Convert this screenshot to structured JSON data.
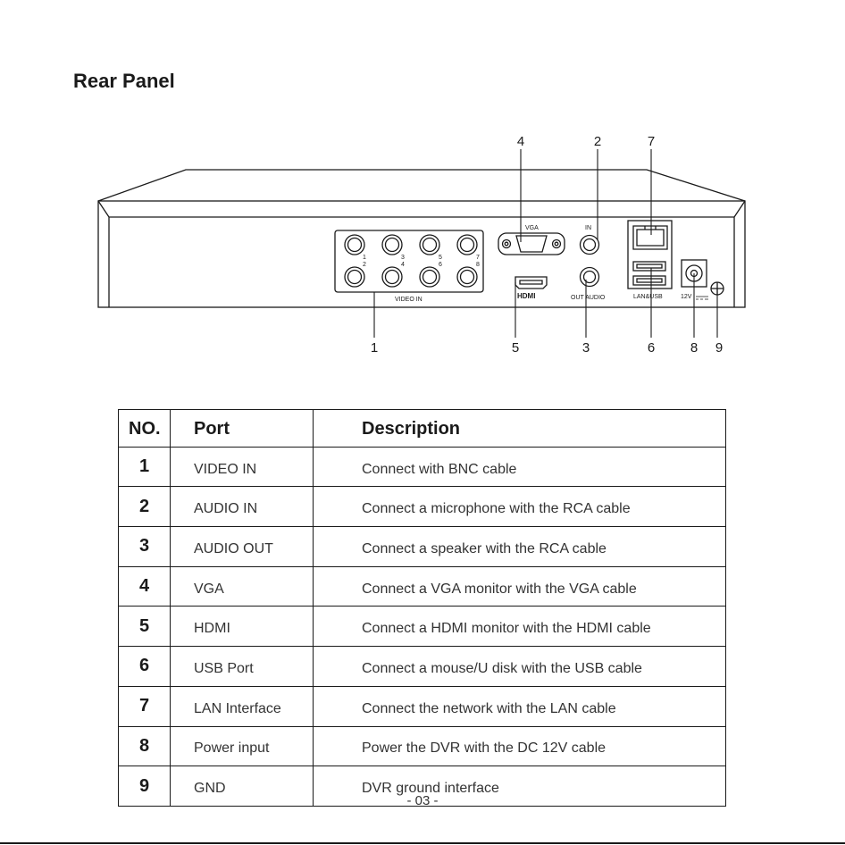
{
  "title": "Rear Panel",
  "panel_labels": {
    "vga": "VGA",
    "audio_in": "IN",
    "audio_out": "OUT AUDIO",
    "hdmi": "HDMI",
    "video_in": "VIDEO IN",
    "lan_usb": "LAN&USB",
    "power": "12V",
    "channel_digits": [
      "1",
      "2",
      "3",
      "4",
      "5",
      "6",
      "7",
      "8"
    ]
  },
  "callouts": [
    "4",
    "2",
    "7",
    "1",
    "5",
    "3",
    "6",
    "8",
    "9"
  ],
  "table": {
    "headers": [
      "NO.",
      "Port",
      "Description"
    ],
    "rows": [
      {
        "no": "1",
        "port": "VIDEO IN",
        "description": "Connect with BNC cable"
      },
      {
        "no": "2",
        "port": "AUDIO IN",
        "description": "Connect a microphone with the RCA cable"
      },
      {
        "no": "3",
        "port": "AUDIO OUT",
        "description": "Connect a speaker with the RCA cable"
      },
      {
        "no": "4",
        "port": "VGA",
        "description": "Connect a VGA monitor with the VGA cable"
      },
      {
        "no": "5",
        "port": "HDMI",
        "description": "Connect a HDMI monitor with the HDMI cable"
      },
      {
        "no": "6",
        "port": "USB Port",
        "description": "Connect a mouse/U disk with the USB cable"
      },
      {
        "no": "7",
        "port": "LAN Interface",
        "description": "Connect the network with the LAN cable"
      },
      {
        "no": "8",
        "port": "Power input",
        "description": "Power the DVR with the DC 12V cable"
      },
      {
        "no": "9",
        "port": "GND",
        "description": "DVR ground interface"
      }
    ]
  },
  "page_number": "- 03 -"
}
